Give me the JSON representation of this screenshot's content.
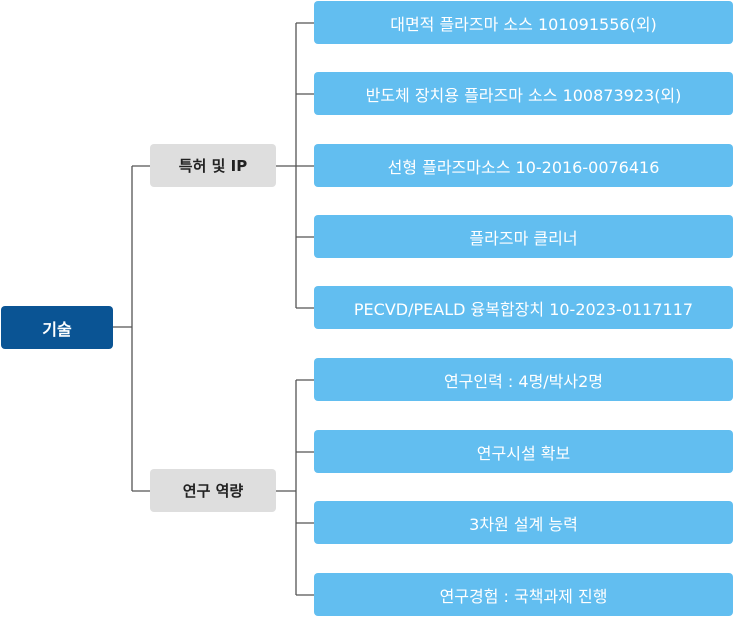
{
  "root": {
    "label": "기술"
  },
  "categories": [
    {
      "label": "특허 및 IP",
      "items": [
        "대면적 플라즈마 소스 101091556(외)",
        "반도체 장치용 플라즈마 소스 100873923(외)",
        "선형 플라즈마소스 10-2016-0076416",
        "플라즈마 클리너",
        "PECVD/PEALD 융복합장치 10-2023-0117117"
      ]
    },
    {
      "label": "연구 역량",
      "items": [
        "연구인력 : 4명/박사2명",
        "연구시설 확보",
        "3차원 설계 능력",
        "연구경험 : 국책과제 진행"
      ]
    }
  ],
  "colors": {
    "root_bg": "#0a5494",
    "category_bg": "#dedede",
    "leaf_bg": "#62bef0",
    "connector": "#555555"
  }
}
